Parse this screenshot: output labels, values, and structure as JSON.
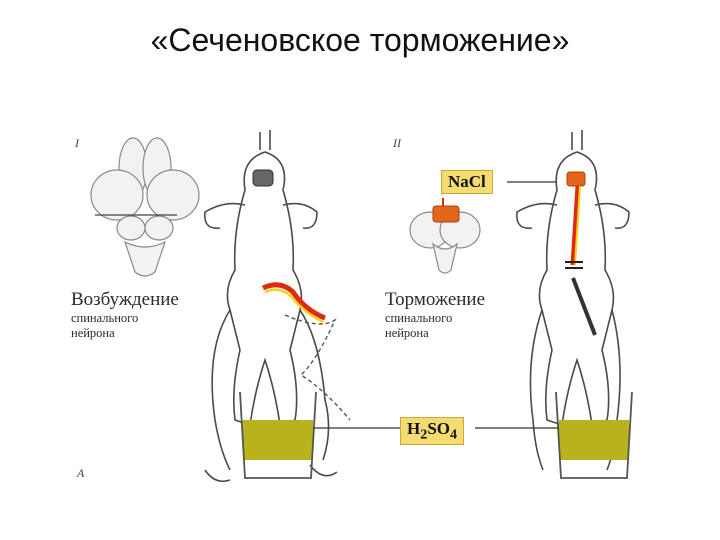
{
  "slide": {
    "title": "«Сеченовское торможение»"
  },
  "figure": {
    "panel_left": {
      "roman": "I",
      "label_main": "Возбуждение",
      "label_line2": "спинального",
      "label_line3": "нейрона",
      "corner_letter": "A"
    },
    "panel_right": {
      "roman": "II",
      "label_main": "Торможение",
      "label_line2": "спинального",
      "label_line3": "нейрона"
    },
    "reagents": {
      "salt": "NaCl",
      "acid_base": "H",
      "acid_sub1": "2",
      "acid_mid": "SO",
      "acid_sub2": "4"
    },
    "colors": {
      "acid": "#b8b21c",
      "signal_red": "#e02a10",
      "signal_yellow": "#f3d21a",
      "nacl_box": "#f4dc72"
    }
  }
}
